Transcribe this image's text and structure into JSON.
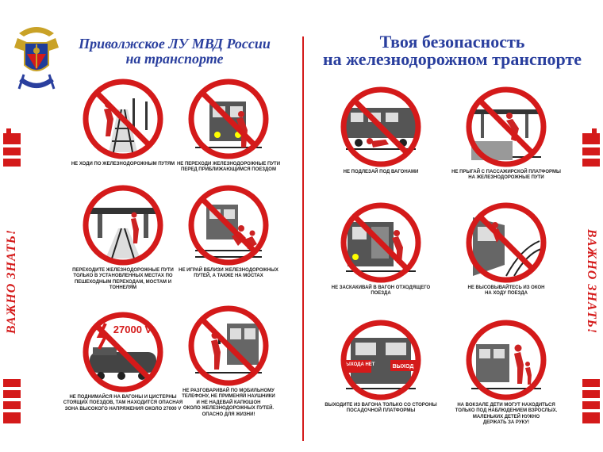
{
  "header": {
    "left_line1": "Приволжское ЛУ МВД России",
    "left_line2": "на транспорте",
    "right_line1": "Твоя безопасность",
    "right_line2": "на железнодорожном транспорте"
  },
  "side_banner": {
    "text": "ВАЖНО ЗНАТЬ!"
  },
  "colors": {
    "accent": "#d41a1a",
    "title": "#2a3f9e"
  },
  "rules": [
    {
      "caption": [
        "НЕ ХОДИ ПО ЖЕЛЕЗНОДОРОЖНЫМ ПУТЯМ"
      ],
      "sign_text": ""
    },
    {
      "caption": [
        "НЕ ПЕРЕХОДИ ЖЕЛЕЗНОДОРОЖНЫЕ ПУТИ",
        "ПЕРЕД ПРИБЛИЖАЮЩИМСЯ ПОЕЗДОМ"
      ],
      "sign_text": ""
    },
    {
      "caption": [
        "ПЕРЕХОДИТЕ ЖЕЛЕЗНОДОРОЖНЫЕ ПУТИ",
        "ТОЛЬКО В УСТАНОВЛЕННЫХ МЕСТАХ ПО",
        "ПЕШЕХОДНЫМ ПЕРЕХОДАМ, МОСТАМ И",
        "ТОННЕЛЯМ"
      ],
      "sign_text": ""
    },
    {
      "caption": [
        "НЕ ИГРАЙ ВБЛИЗИ ЖЕЛЕЗНОДОРОЖНЫХ",
        "ПУТЕЙ, А ТАКЖЕ НА МОСТАХ"
      ],
      "sign_text": ""
    },
    {
      "caption": [
        "НЕ ПОДНИМАЙСЯ НА ВАГОНЫ И ЦИСТЕРНЫ",
        "СТОЯЩИХ ПОЕЗДОВ, ТАМ НАХОДИТСЯ ОПАСНАЯ",
        "ЗОНА ВЫСОКОГО НАПРЯЖЕНИЯ ОКОЛО 27000 V"
      ],
      "sign_text": "27000 V"
    },
    {
      "caption": [
        "НЕ РАЗГОВАРИВАЙ ПО МОБИЛЬНОМУ",
        "ТЕЛЕФОНУ, НЕ ПРИМЕНЯЙ НАУШНИКИ",
        "И НЕ НАДЕВАЙ КАПЮШОН",
        "ОКОЛО ЖЕЛЕЗНОДОРОЖНЫХ ПУТЕЙ.",
        "ОПАСНО ДЛЯ ЖИЗНИ!"
      ],
      "sign_text": ""
    },
    {
      "caption": [
        "НЕ ПОДЛЕЗАЙ ПОД ВАГОНАМИ"
      ],
      "sign_text": ""
    },
    {
      "caption": [
        "НЕ ПРЫГАЙ С ПАССАЖИРСКОЙ ПЛАТФОРМЫ",
        "НА ЖЕЛЕЗНОДОРОЖНЫЕ ПУТИ"
      ],
      "sign_text": ""
    },
    {
      "caption": [
        "НЕ ЗАСКАКИВАЙ В ВАГОН ОТХОДЯЩЕГО",
        "ПОЕЗДА"
      ],
      "sign_text": ""
    },
    {
      "caption": [
        "НЕ ВЫСОВЫВАЙТЕСЬ ИЗ ОКОН",
        "НА ХОДУ ПОЕЗДА"
      ],
      "sign_text": ""
    },
    {
      "caption": [
        "ВЫХОДИТЕ ИЗ ВАГОНА ТОЛЬКО СО СТОРОНЫ",
        "ПОСАДОЧНОЙ ПЛАТФОРМЫ"
      ],
      "sign_text": "",
      "labels": [
        "ВЫХОДА НЕТ",
        "ВЫХОД"
      ]
    },
    {
      "caption": [
        "НА ВОКЗАЛЕ ДЕТИ МОГУТ НАХОДИТЬСЯ",
        "ТОЛЬКО ПОД НАБЛЮДЕНИЕМ ВЗРОСЛЫХ.",
        "МАЛЕНЬКИХ ДЕТЕЙ НУЖНО",
        "ДЕРЖАТЬ ЗА РУКУ!"
      ],
      "sign_text": ""
    }
  ]
}
